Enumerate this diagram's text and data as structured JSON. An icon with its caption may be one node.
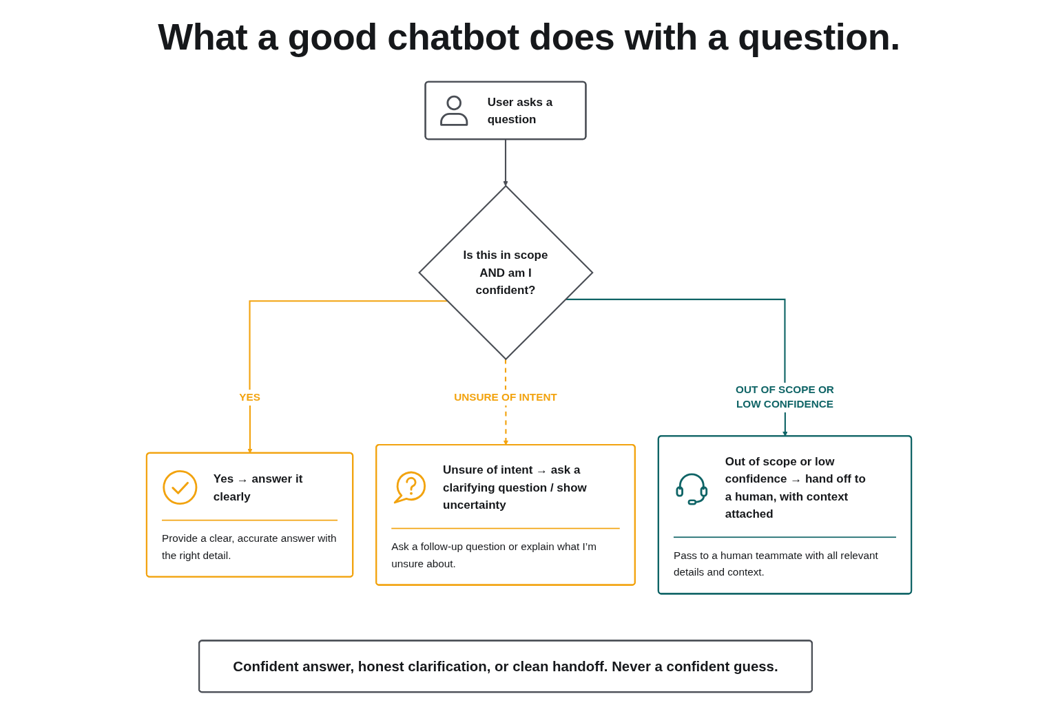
{
  "diagram": {
    "title": "What a good chatbot does with a question.",
    "nodes": [
      {
        "text": [
          "User asks a question"
        ]
      },
      {
        "text": [
          "Is this in scope AND am I confident?"
        ]
      },
      {
        "text": [
          "Yes → answer it clearly",
          "Provide a clear, accurate answer with the right detail."
        ]
      },
      {
        "text": [
          "Unsure of intent → ask a clarifying question / show uncertainty",
          "Ask a follow-up question or explain what I’m unsure about."
        ]
      },
      {
        "text": [
          "Out of scope or low confidence → hand off to a human, with context attached",
          "Pass to a human teammate with all relevant details and context."
        ]
      },
      {
        "text": [
          "Confident answer, honest clarification, or clean handoff. Never a confident guess."
        ]
      }
    ],
    "edges": [
      {
        "from": 0,
        "to": 1,
        "arrow": "to",
        "color": "#4a4e55"
      },
      {
        "from": 1,
        "to": 2,
        "arrow": "to",
        "label": "YES"
      },
      {
        "from": 1,
        "to": 3,
        "arrow": "to",
        "label": "UNSURE OF INTENT",
        "style": "dashed"
      },
      {
        "from": 1,
        "to": 4,
        "arrow": "to",
        "label": "OUT OF SCOPE OR LOW CONFIDENCE",
        "color": "#0f6466"
      }
    ]
  }
}
